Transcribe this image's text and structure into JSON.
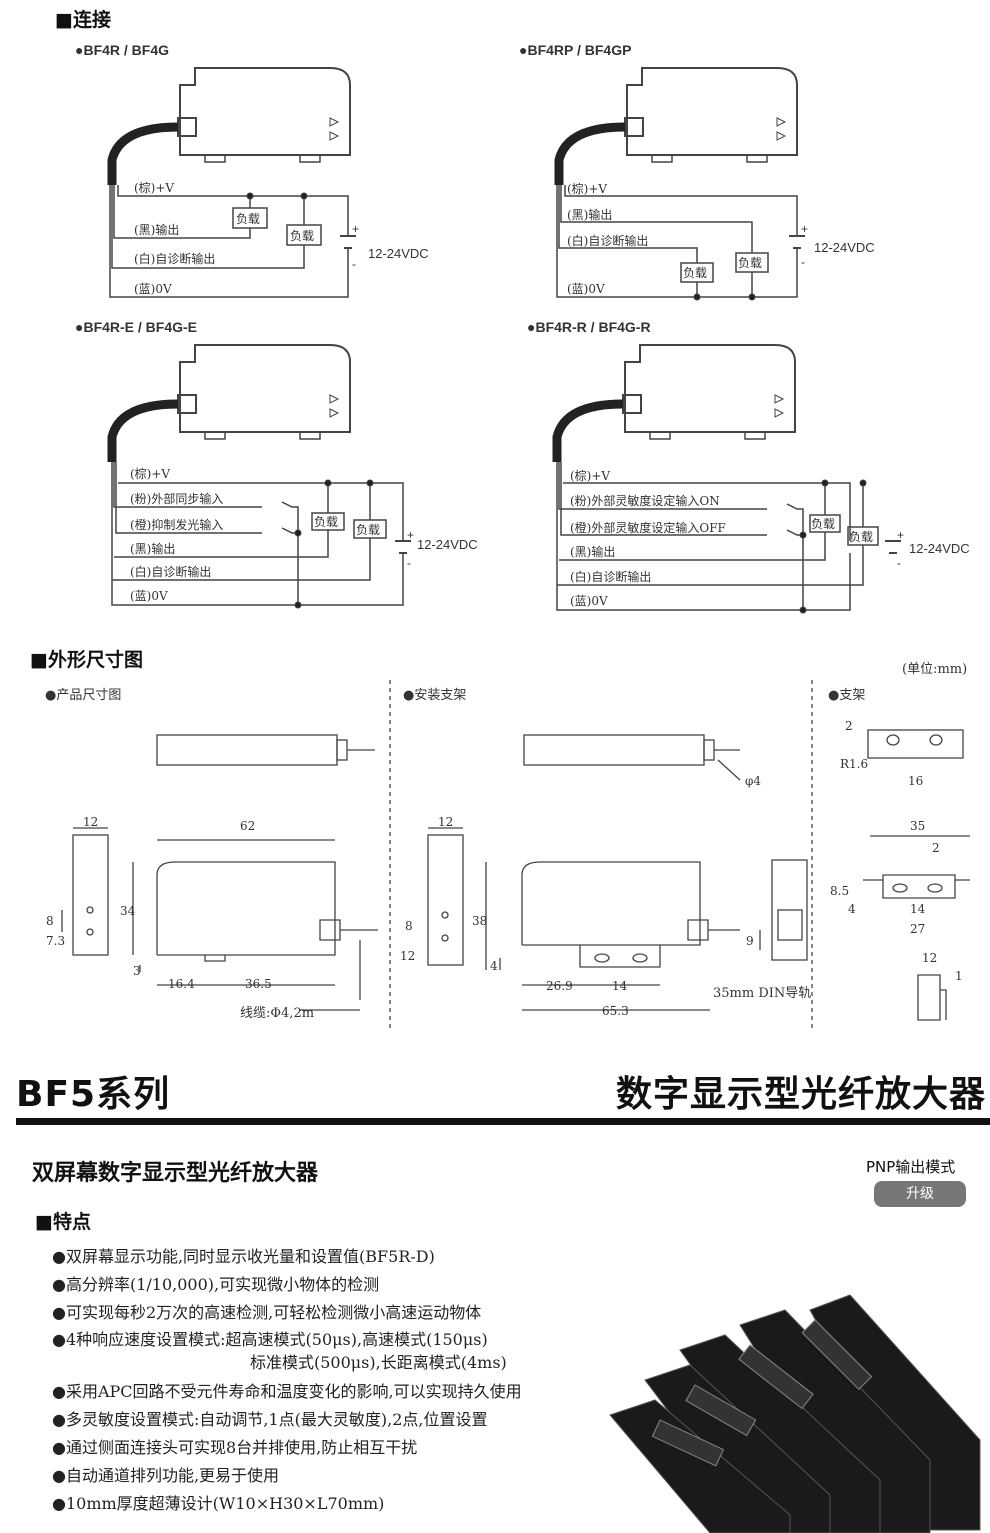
{
  "connection": {
    "title": "■连接",
    "d1": {
      "title": "●BF4R / BF4G",
      "wires": [
        "(棕)+V",
        "(黑)输出",
        "(白)自诊断输出",
        "(蓝)0V"
      ]
    },
    "d2": {
      "title": "●BF4RP / BF4GP",
      "wires": [
        "(棕)+V",
        "(黑)输出",
        "(白)自诊断输出",
        "(蓝)0V"
      ]
    },
    "d3": {
      "title": "●BF4R-E / BF4G-E",
      "wires": [
        "(棕)+V",
        "(粉)外部同步输入",
        "(橙)抑制发光输入",
        "(黑)输出",
        "(白)自诊断输出",
        "(蓝)0V"
      ]
    },
    "d4": {
      "title": "●BF4R-R / BF4G-R",
      "wires": [
        "(棕)+V",
        "(粉)外部灵敏度设定输入ON",
        "(橙)外部灵敏度设定输入OFF",
        "(黑)输出",
        "(白)自诊断输出",
        "(蓝)0V"
      ]
    },
    "load": "负载",
    "supply": "12-24VDC",
    "plus": "+",
    "minus": "-"
  },
  "dimensions": {
    "title": "■外形尺寸图",
    "unit": "(单位:mm)",
    "sections": [
      "●产品尺寸图",
      "●安装支架",
      "●支架"
    ],
    "product": {
      "w": "12",
      "l": "62",
      "h": "34",
      "a": "7.3",
      "b": "8",
      "c": "3",
      "d": "16.4",
      "e": "36.5",
      "cable": "线缆:Φ4,2m"
    },
    "mount": {
      "w": "12",
      "h": "38",
      "a": "12",
      "b": "8",
      "c": "4",
      "d": "26.9",
      "e": "14",
      "f": "65.3",
      "g": "9",
      "phi": "φ4",
      "din": "35mm DIN导轨"
    },
    "bracket": {
      "a": "2",
      "r": "R1.6",
      "b": "16",
      "c": "35",
      "d": "2",
      "e": "8.5",
      "f": "4",
      "g": "14",
      "h": "27",
      "i": "12",
      "j": "1"
    }
  },
  "series": {
    "name": "BF5系列",
    "product": "数字显示型光纤放大器",
    "subtitle": "双屏幕数字显示型光纤放大器",
    "mode": "PNP输出模式",
    "badge": "升级",
    "features_title": "■特点",
    "features": [
      "●双屏幕显示功能,同时显示收光量和设置值(BF5R-D)",
      "●高分辨率(1/10,000),可实现微小物体的检测",
      "●可实现每秒2万次的高速检测,可轻松检测微小高速运动物体",
      "●4种响应速度设置模式:超高速模式(50μs),高速模式(150μs)",
      "标准模式(500μs),长距离模式(4ms)",
      "●采用APC回路不受元件寿命和温度变化的影响,可以实现持久使用",
      "●多灵敏度设置模式:自动调节,1点(最大灵敏度),2点,位置设置",
      "●通过侧面连接头可实现8台并排使用,防止相互干扰",
      "●自动通道排列功能,更易于使用",
      "●10mm厚度超薄设计(W10×H30×L70mm)"
    ]
  }
}
